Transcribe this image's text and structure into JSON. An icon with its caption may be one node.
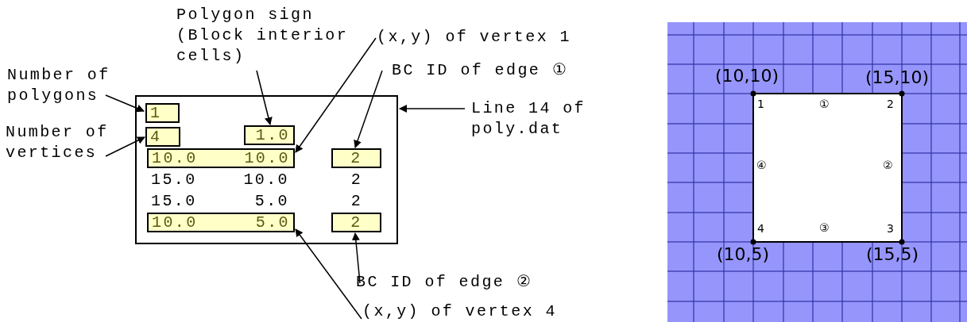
{
  "diagram": {
    "nodes": [
      {
        "text": [
          "Polygon sign (Block interior cells)"
        ]
      },
      {
        "text": [
          "(x,y) of vertex 1"
        ]
      },
      {
        "text": [
          "BC ID of edge ①"
        ]
      },
      {
        "text": [
          "Number of polygons"
        ]
      },
      {
        "text": [
          "Number of vertices"
        ]
      },
      {
        "text": [],
        "shape": "box"
      },
      {
        "text": [
          "1"
        ],
        "in": 5
      },
      {
        "text": [
          "4"
        ],
        "in": 5
      },
      {
        "text": [
          "1.0"
        ],
        "in": 5
      },
      {
        "text": [
          "10.0",
          "10.0"
        ],
        "in": 5
      },
      {
        "text": [
          "2"
        ],
        "in": 5
      },
      {
        "text": [
          "Line 14 of poly.dat"
        ]
      },
      {
        "text": [
          "10.0",
          "5.0"
        ],
        "in": 5
      },
      {
        "text": [
          "2"
        ],
        "in": 5
      },
      {
        "text": [
          "BC ID of edge ②"
        ]
      },
      {
        "text": [
          "(x,y) of vertex 4"
        ]
      }
    ],
    "edges": [
      {
        "from": 3,
        "to": 6,
        "arrow": "to"
      },
      {
        "from": 4,
        "to": 7,
        "arrow": "to"
      },
      {
        "from": 0,
        "to": 8,
        "arrow": "to"
      },
      {
        "from": 1,
        "to": 9,
        "arrow": "to"
      },
      {
        "from": 2,
        "to": 10,
        "arrow": "to"
      },
      {
        "from": 11,
        "to": 5,
        "arrow": "to"
      },
      {
        "from": 14,
        "to": 13,
        "arrow": "to"
      },
      {
        "from": 15,
        "to": 12,
        "arrow": "to"
      }
    ],
    "labels": [
      "15.0",
      "10.0",
      "2",
      "15.0",
      "5.0",
      "2",
      "(10,10)",
      "(15,10)",
      "1",
      "①",
      "2",
      "④",
      "②",
      "4",
      "③",
      "3",
      "(10,5)",
      "(15,5)"
    ]
  }
}
